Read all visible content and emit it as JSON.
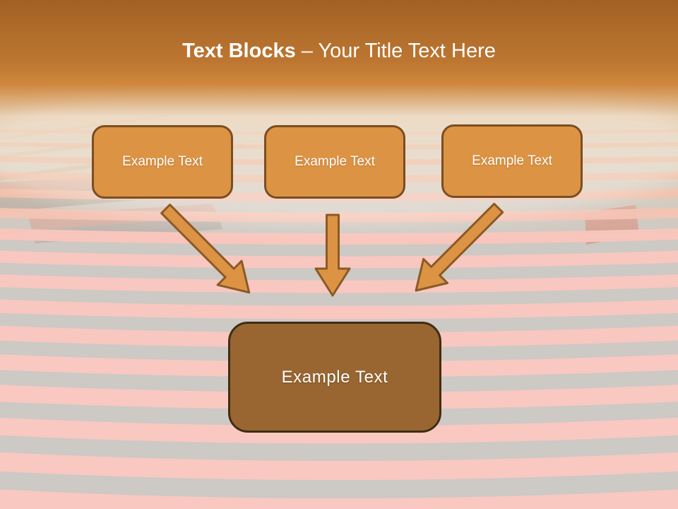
{
  "title": {
    "bold": "Text Blocks",
    "rest": " – Your Title Text Here"
  },
  "blocks": [
    {
      "label": "Example Text"
    },
    {
      "label": "Example Text"
    },
    {
      "label": "Example Text"
    }
  ],
  "result_block": {
    "label": "Example Text"
  },
  "arrows": [
    {
      "direction": "down-right"
    },
    {
      "direction": "down"
    },
    {
      "direction": "down-left"
    }
  ],
  "colors": {
    "bg_base": "#cdc9c5",
    "header_top": "#a26124",
    "header_mid": "#bc7631",
    "header_bottom": "#d0873c",
    "title_text": "#ffffff",
    "block_fill": "#dd9344",
    "block_border": "#7a4e20",
    "block_text": "#ffffff",
    "result_fill": "#996631",
    "result_border": "#3f2d14",
    "result_text": "#ffffff",
    "arrow_fill": "#dd9344",
    "arrow_border": "#8a5a26",
    "stripe_pink": "#f8c7c0"
  }
}
